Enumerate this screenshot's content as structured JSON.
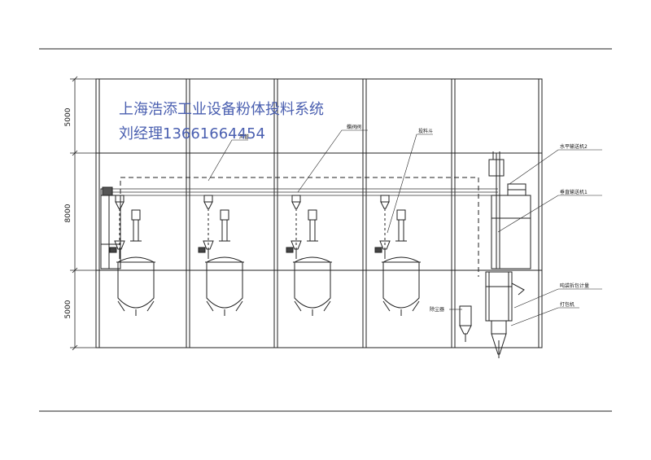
{
  "watermark": {
    "company": "上海浩添工业设备粉体投料系统",
    "contact": "刘经理13661664454"
  },
  "dimensions": [
    "5000",
    "8000",
    "5000"
  ],
  "labels": {
    "vent": "风管",
    "valve": "蝶阀阀",
    "hopper": "投料斗",
    "horizontal_conveyor": "水平输送机2",
    "vertical_conveyor": "垂直输送机1",
    "dust_collector": "除尘器",
    "weigher": "吨袋拆包计量",
    "bagger": "打包机"
  },
  "colors": {
    "line": "#222222",
    "watermark": "#4a5fb0"
  }
}
